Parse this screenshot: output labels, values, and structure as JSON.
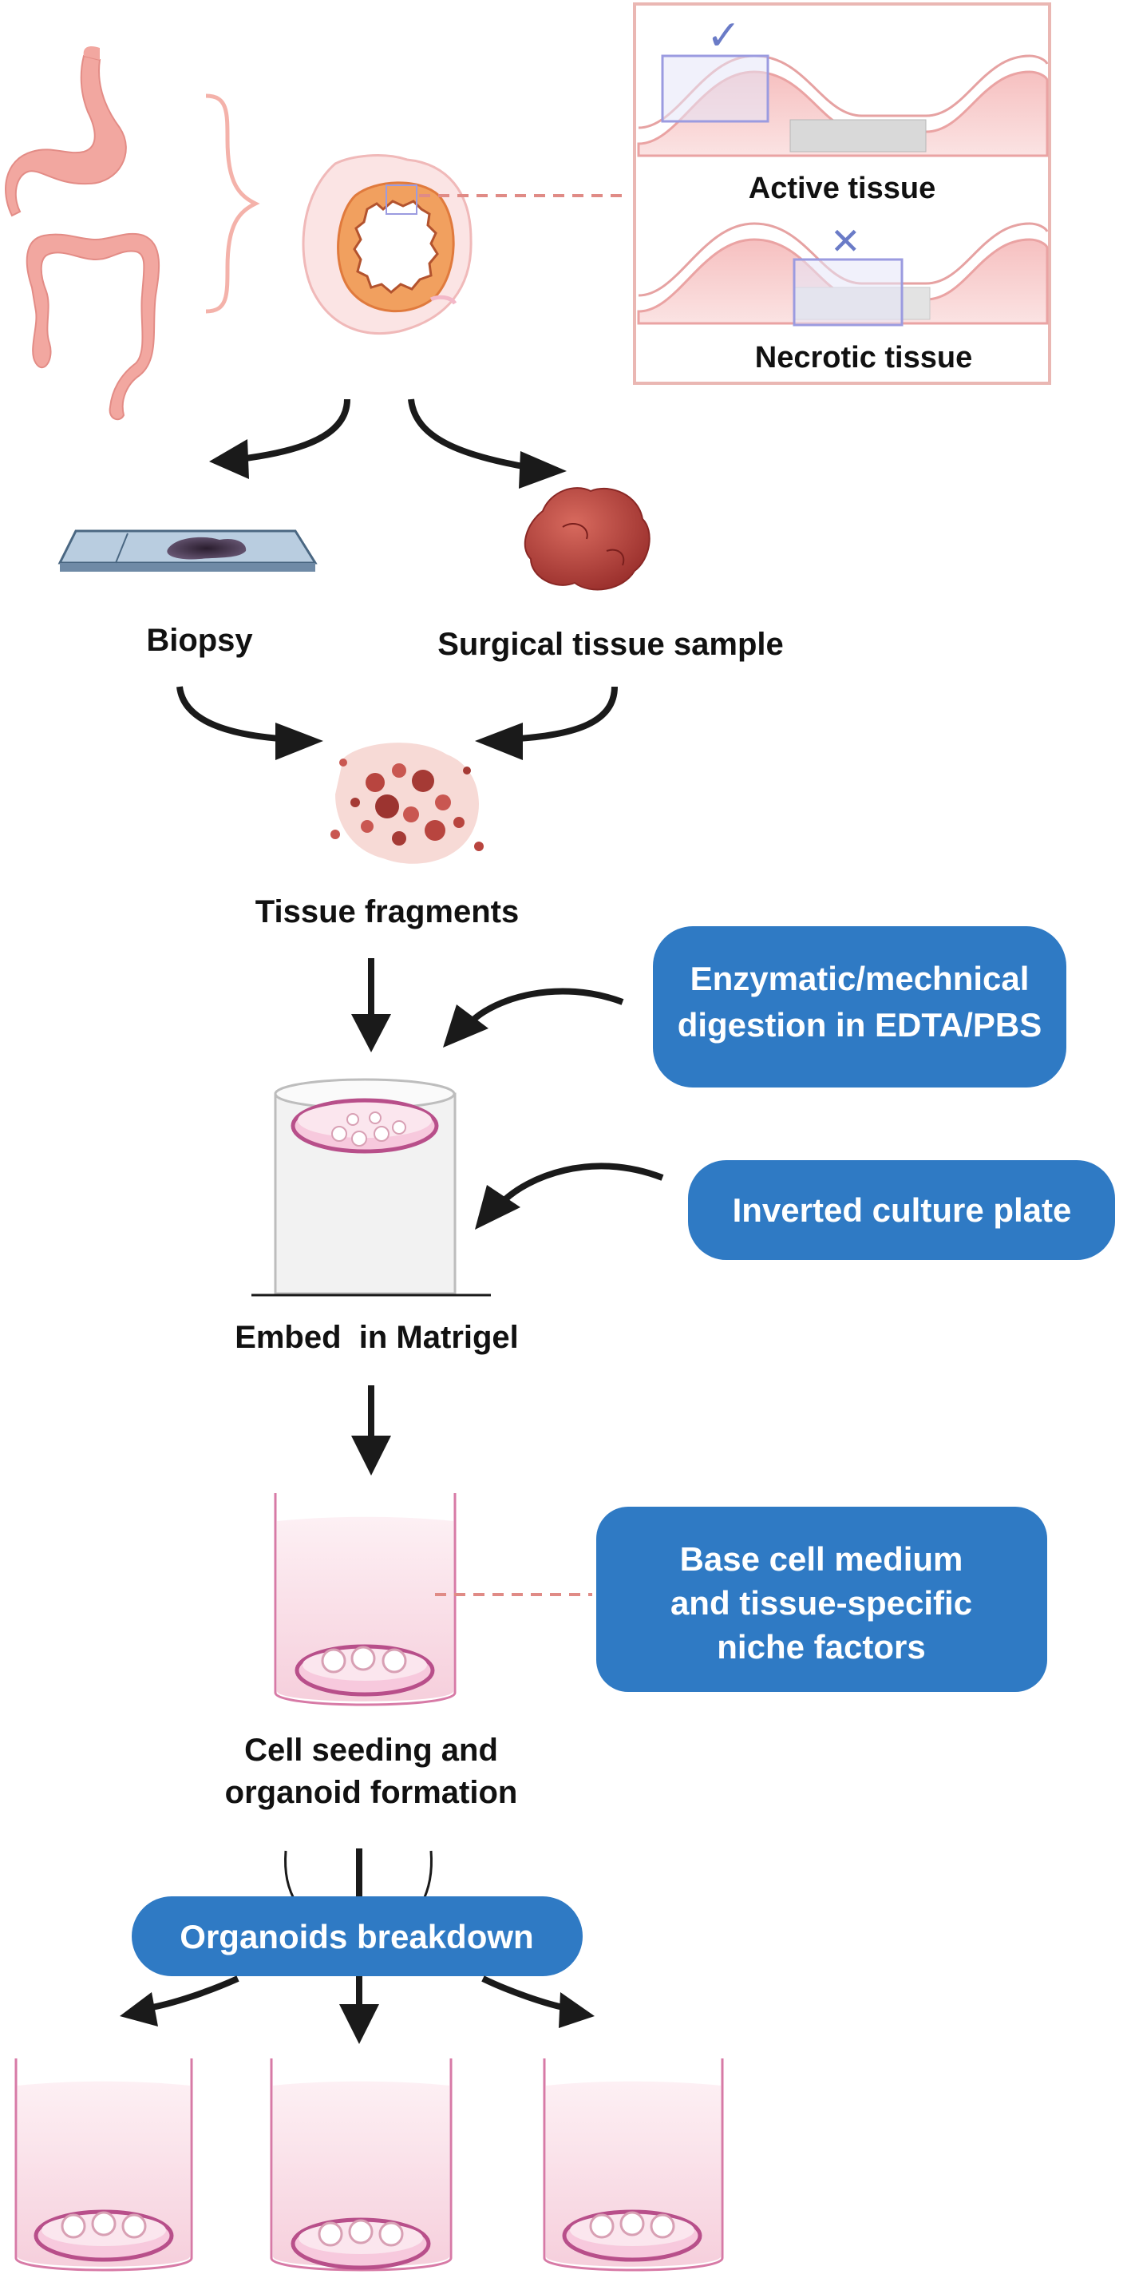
{
  "inset": {
    "active_label": "Active tissue",
    "necrotic_label": "Necrotic tissue",
    "active_mark": "✓",
    "necrotic_mark": "✕"
  },
  "labels": {
    "biopsy": "Biopsy",
    "surgical": "Surgical tissue sample",
    "fragments": "Tissue fragments",
    "embed": "Embed  in Matrigel",
    "seeding_line1": "Cell seeding and",
    "seeding_line2": "organoid formation"
  },
  "callouts": {
    "digestion_line1": "Enzymatic/mechnical",
    "digestion_line2": "digestion in EDTA/PBS",
    "inverted": "Inverted culture plate",
    "medium_line1": "Base cell medium",
    "medium_line2": "and tissue-specific",
    "medium_line3": "niche factors",
    "breakdown": "Organoids breakdown"
  },
  "colors": {
    "callout_blue": "#2f7ac4",
    "organ_pink": "#f2a7a0",
    "dish_pink": "#f7c9dd",
    "dish_rim": "#b84f8a",
    "arrow": "#1a1a1a",
    "dashed_line": "#e08b86",
    "tumor": "#b8453f"
  }
}
